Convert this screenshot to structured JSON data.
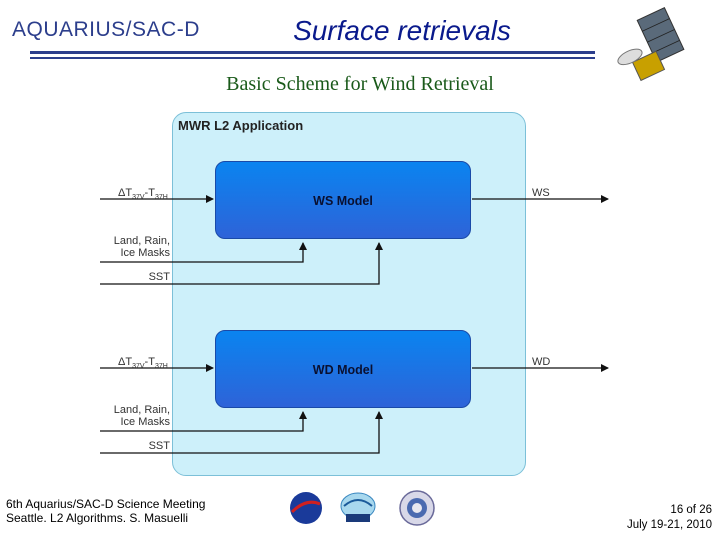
{
  "header": {
    "logo_text": "AQUARIUS/SAC-D",
    "title": "Surface retrievals"
  },
  "subtitle": "Basic Scheme for Wind Retrieval",
  "diagram": {
    "container_title": "MWR L2 Application",
    "models": [
      {
        "label": "WS Model",
        "input_main": "ΔT",
        "input_main_sub1": "37V",
        "input_main_sub2": "37H",
        "masks_lines": [
          "Land, Rain,",
          "Ice Masks"
        ],
        "sst": "SST",
        "output": "WS"
      },
      {
        "label": "WD Model",
        "input_main": "ΔT",
        "input_main_sub1": "37V",
        "input_main_sub2": "37H",
        "masks_lines": [
          "Land, Rain,",
          "Ice Masks"
        ],
        "sst": "SST",
        "output": "WD"
      }
    ]
  },
  "footer": {
    "left_line1": "6th Aquarius/SAC-D Science Meeting",
    "left_line2": "Seattle. L2 Algorithms. S. Masuelli",
    "page": "16 of  26",
    "date": "July 19-21, 2010"
  },
  "logos": [
    "nasa-logo",
    "conae-logo",
    "agency-seal-logo"
  ],
  "colors": {
    "title": "#0a1a8c",
    "subtitle": "#1a5a1a",
    "container_fill": "#cdf0fa",
    "model_fill": "#0a84f0"
  }
}
